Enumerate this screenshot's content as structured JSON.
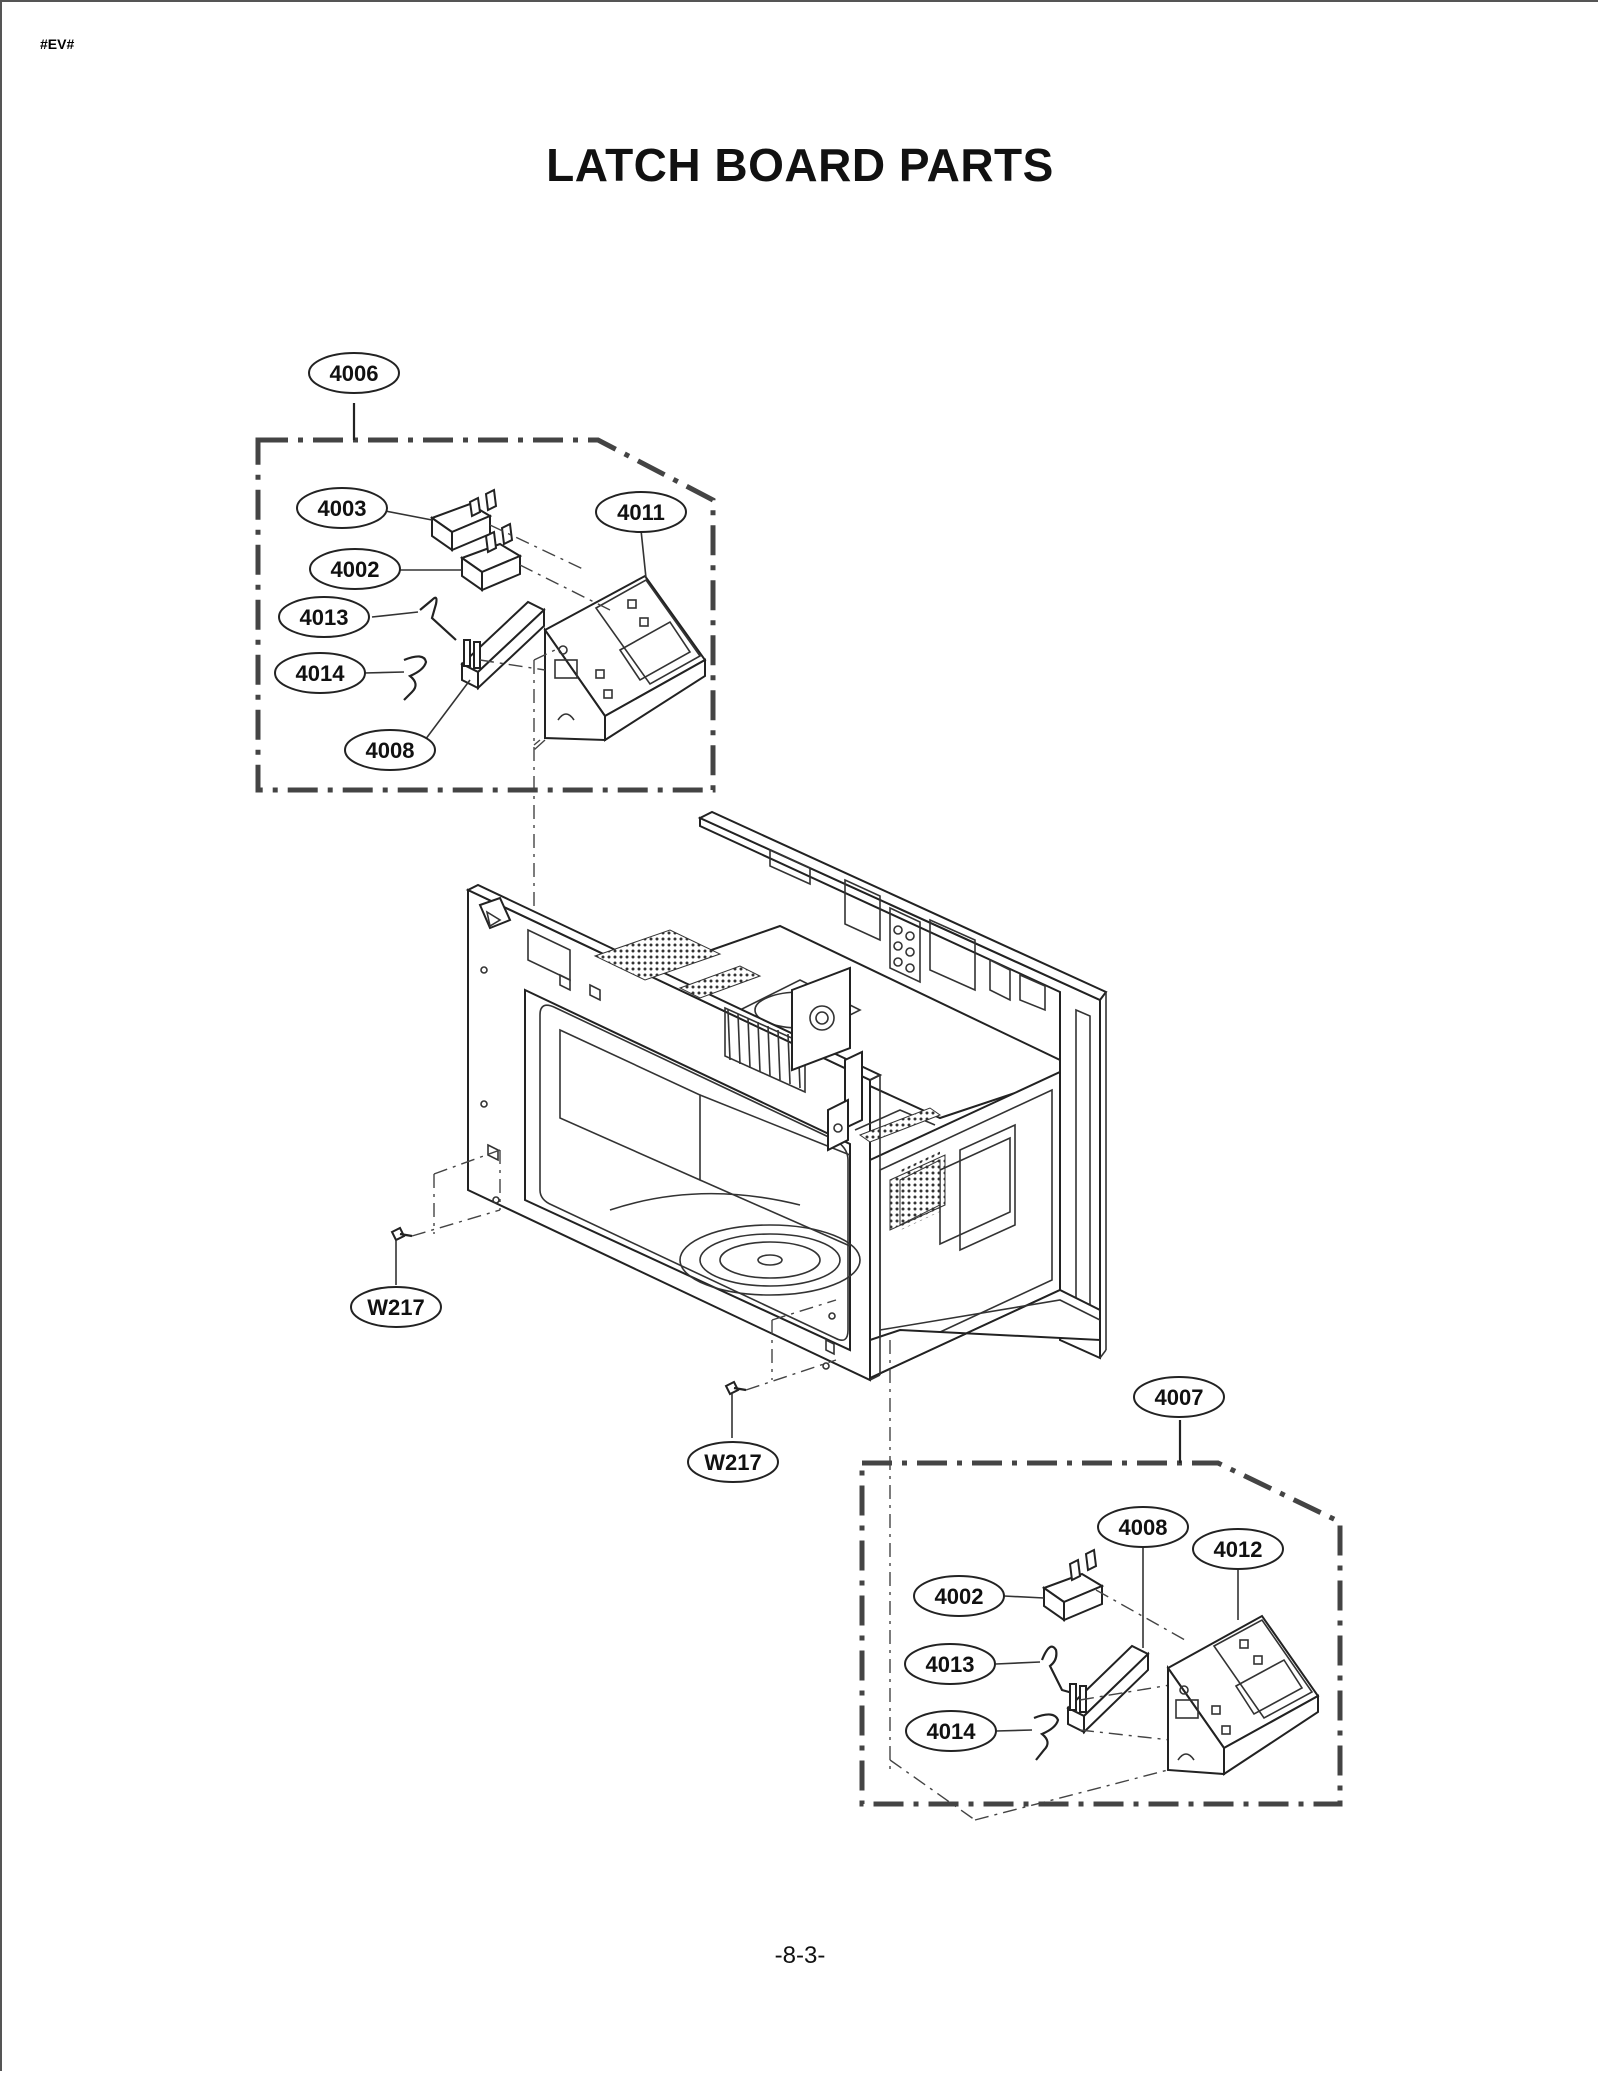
{
  "doc_code": "#EV#",
  "title": "LATCH BOARD PARTS",
  "page_number": "-8-3-",
  "callouts": {
    "upper_group": "4006",
    "upper_4003": "4003",
    "upper_4002": "4002",
    "upper_4013": "4013",
    "upper_4014": "4014",
    "upper_4008": "4008",
    "upper_4011": "4011",
    "screw_left": "W217",
    "screw_right": "W217",
    "lower_group": "4007",
    "lower_4008": "4008",
    "lower_4012": "4012",
    "lower_4002": "4002",
    "lower_4013": "4013",
    "lower_4014": "4014"
  }
}
